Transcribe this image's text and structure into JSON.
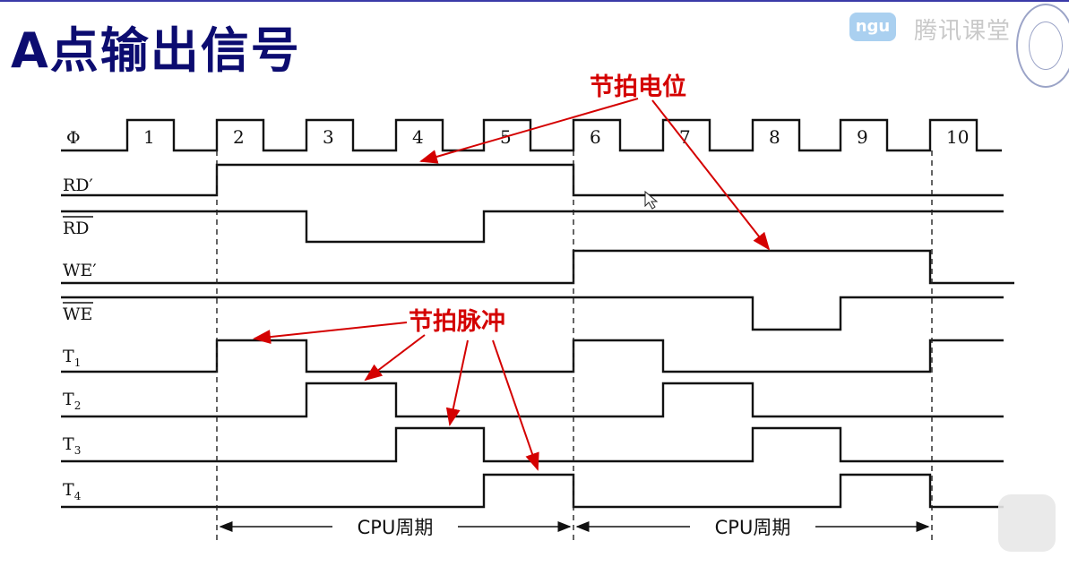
{
  "title": "A点输出信号",
  "watermark": {
    "badge": "ngu",
    "text": "腾讯课堂"
  },
  "clock": {
    "label": "Φ",
    "beats": [
      "1",
      "2",
      "3",
      "4",
      "5",
      "6",
      "7",
      "8",
      "9",
      "10"
    ]
  },
  "signals": [
    {
      "key": "rd_prime",
      "label": "RD′",
      "overline": false,
      "sub": ""
    },
    {
      "key": "rd_bar",
      "label": "RD",
      "overline": true,
      "sub": ""
    },
    {
      "key": "we_prime",
      "label": "WE′",
      "overline": false,
      "sub": ""
    },
    {
      "key": "we_bar",
      "label": "WE",
      "overline": true,
      "sub": ""
    },
    {
      "key": "t1",
      "label": "T",
      "overline": false,
      "sub": "1"
    },
    {
      "key": "t2",
      "label": "T",
      "overline": false,
      "sub": "2"
    },
    {
      "key": "t3",
      "label": "T",
      "overline": false,
      "sub": "3"
    },
    {
      "key": "t4",
      "label": "T",
      "overline": false,
      "sub": "4"
    }
  ],
  "annotations": {
    "level": "节拍电位",
    "pulse": "节拍脉冲"
  },
  "periods": [
    "CPU周期",
    "CPU周期"
  ],
  "colors": {
    "title": "#0c0c70",
    "annotation": "#d40000",
    "waveform": "#111111"
  }
}
